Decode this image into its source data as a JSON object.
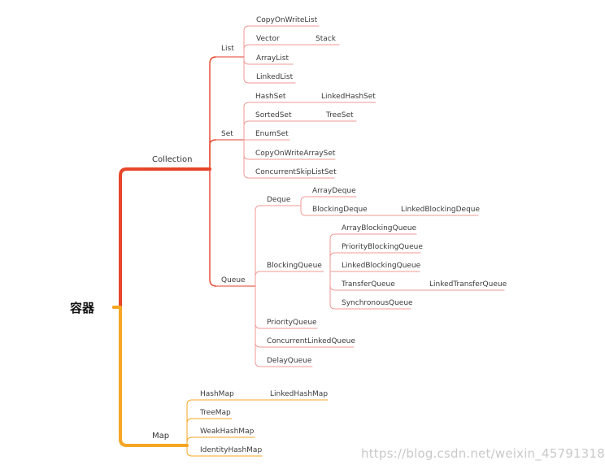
{
  "root": {
    "label": "容器"
  },
  "watermark": "https://blog.csdn.net/weixin_45791318",
  "colors": {
    "collection": "#e8452a",
    "map": "#f5a623",
    "branch": "#ef9a96"
  },
  "tree": {
    "collection": {
      "label": "Collection",
      "list": {
        "label": "List",
        "items": [
          {
            "label": "CopyOnWriteList"
          },
          {
            "label": "Vector",
            "child": "Stack"
          },
          {
            "label": "ArrayList"
          },
          {
            "label": "LinkedList"
          }
        ]
      },
      "set": {
        "label": "Set",
        "items": [
          {
            "label": "HashSet",
            "child": "LinkedHashSet"
          },
          {
            "label": "SortedSet",
            "child": "TreeSet"
          },
          {
            "label": "EnumSet"
          },
          {
            "label": "CopyOnWriteArraySet"
          },
          {
            "label": "ConcurrentSkipListSet"
          }
        ]
      },
      "queue": {
        "label": "Queue",
        "deque": {
          "label": "Deque",
          "items": [
            {
              "label": "ArrayDeque"
            },
            {
              "label": "BlockingDeque",
              "child": "LinkedBlockingDeque"
            }
          ]
        },
        "blocking": {
          "label": "BlockingQueue",
          "items": [
            {
              "label": "ArrayBlockingQueue"
            },
            {
              "label": "PriorityBlockingQueue"
            },
            {
              "label": "LinkedBlockingQueue"
            },
            {
              "label": "TransferQueue",
              "child": "LinkedTransferQueue"
            },
            {
              "label": "SynchronousQueue"
            }
          ]
        },
        "others": [
          {
            "label": "PriorityQueue"
          },
          {
            "label": "ConcurrentLinkedQueue"
          },
          {
            "label": "DelayQueue"
          }
        ]
      }
    },
    "map": {
      "label": "Map",
      "items": [
        {
          "label": "HashMap",
          "child": "LinkedHashMap"
        },
        {
          "label": "TreeMap"
        },
        {
          "label": "WeakHashMap"
        },
        {
          "label": "IdentityHashMap"
        }
      ]
    }
  }
}
